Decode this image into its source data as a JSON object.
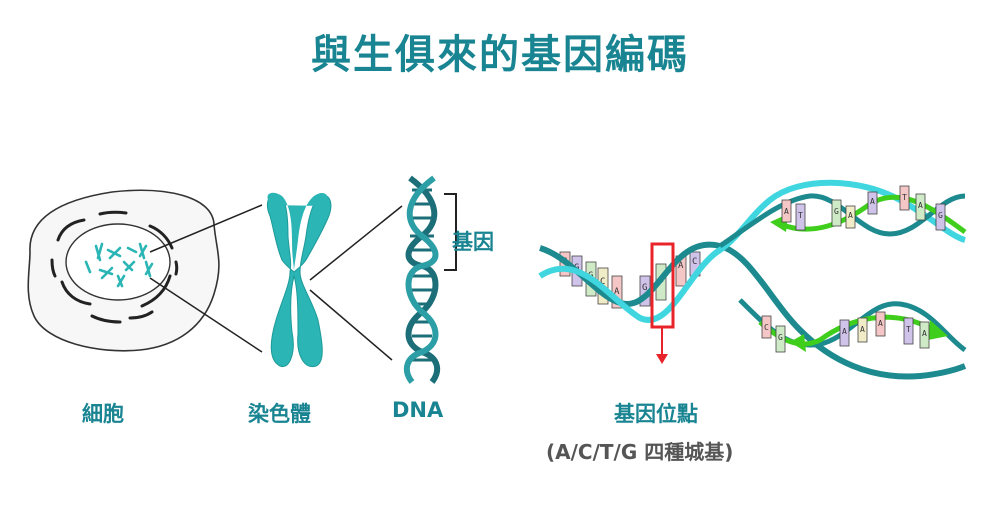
{
  "title": "與生俱來的基因編碼",
  "labels": {
    "cell": "細胞",
    "chromosome": "染色體",
    "dna": "DNA",
    "gene": "基因",
    "gene_locus": "基因位點",
    "bases_note": "(A/C/T/G 四種城基)"
  },
  "base_letters": [
    "A",
    "C",
    "T",
    "G"
  ],
  "colors": {
    "teal": "#1a8592",
    "chromosome": "#2bb5b5",
    "strand_dark": "#1c8a8e",
    "strand_light": "#3fd6e0",
    "strand_green": "#3fce1c",
    "highlight_box": "#e8242a",
    "base_pink": "#f5c6c6",
    "base_purple": "#cfc3ea",
    "base_green": "#cfeac6",
    "base_cream": "#f1ecc8"
  }
}
